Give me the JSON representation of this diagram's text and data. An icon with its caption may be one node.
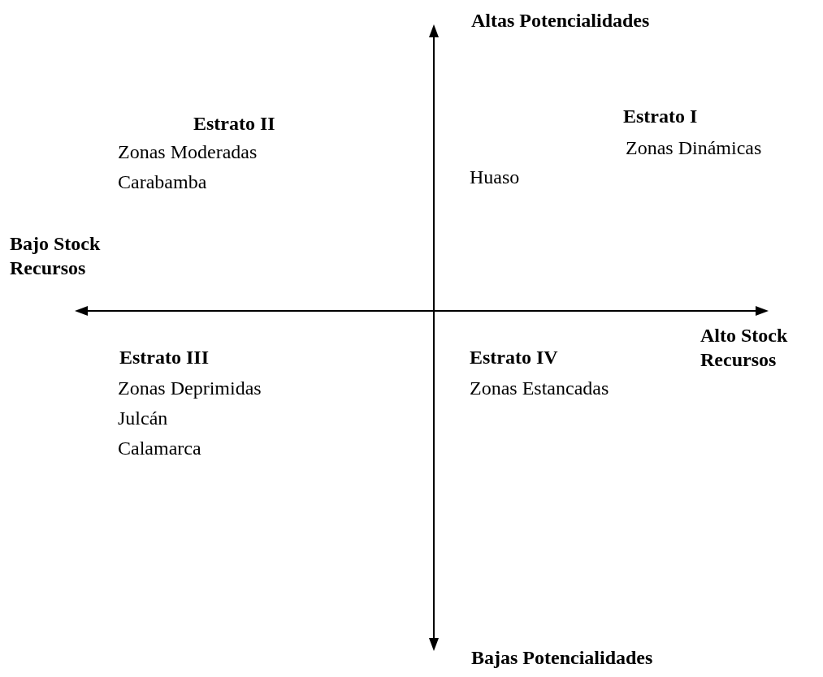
{
  "diagram": {
    "labels": [
      "Altas Potencialidades",
      "Estrato I",
      "Estrato II",
      "Zonas Dinámicas",
      "Zonas Moderadas",
      "Huaso",
      "Carabamba",
      "Bajo Stock Recursos",
      "Alto Stock Recursos",
      "Estrato III",
      "Estrato IV",
      "Zonas Deprimidas",
      "Zonas Estancadas",
      "Julcán",
      "Calamarca",
      "Bajas Potencialidades"
    ]
  }
}
